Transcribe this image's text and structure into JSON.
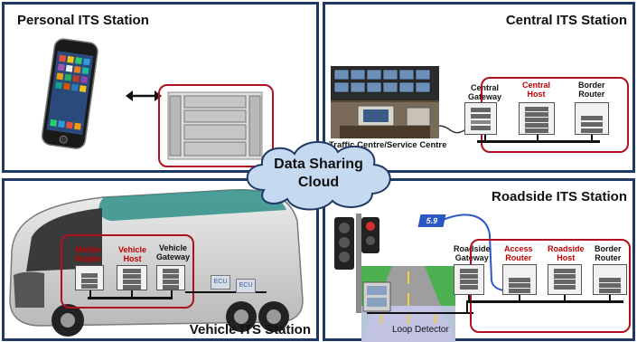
{
  "panels": {
    "personal": {
      "title": "Personal ITS Station"
    },
    "central": {
      "title": "Central ITS Station"
    },
    "vehicle": {
      "title": "Vehicle ITS Station"
    },
    "roadside": {
      "title": "Roadside ITS Station"
    }
  },
  "cloud": {
    "line1": "Data Sharing",
    "line2": "Cloud"
  },
  "central": {
    "gateway_label": "Central\nGateway",
    "host_label": "Central\nHost",
    "router_label": "Border\nRouter",
    "traffic_caption": "Traffic Centre/Service Centre"
  },
  "vehicle": {
    "mobile_router": "Mobile\nRouter",
    "vehicle_host": "Vehicle\nHost",
    "vehicle_gateway": "Vehicle\nGateway",
    "ecu": "ECU"
  },
  "roadside": {
    "roadside_gateway": "Roadside\nGateway",
    "access_router": "Access\nRouter",
    "roadside_host": "Roadside\nHost",
    "border_router": "Border\nRouter",
    "channel_badge": "5.9",
    "loop_detector": "Loop Detector"
  },
  "colors": {
    "frame": "#1f3864",
    "highlight": "#b01020",
    "cloud": "#c5d9f1",
    "label_red": "#c00000"
  }
}
